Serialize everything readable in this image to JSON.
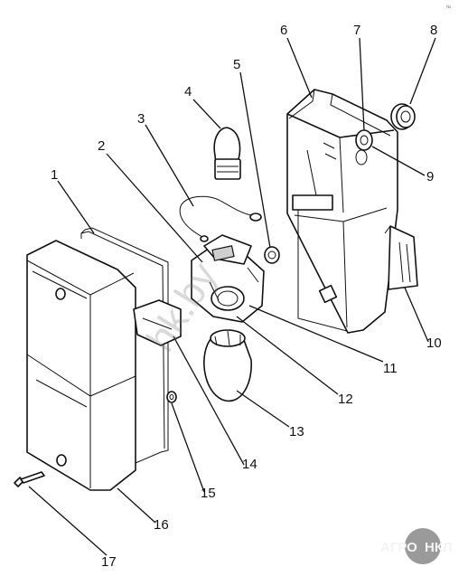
{
  "corner_mark": "№",
  "watermark": "hk.by",
  "badge": {
    "left": "АГРО",
    "right": "НКЛ"
  },
  "labels": [
    {
      "id": "1",
      "text": "1"
    },
    {
      "id": "2",
      "text": "2"
    },
    {
      "id": "3",
      "text": "3"
    },
    {
      "id": "4",
      "text": "4"
    },
    {
      "id": "5",
      "text": "5"
    },
    {
      "id": "6",
      "text": "6"
    },
    {
      "id": "7",
      "text": "7"
    },
    {
      "id": "8",
      "text": "8"
    },
    {
      "id": "9",
      "text": "9"
    },
    {
      "id": "10",
      "text": "10"
    },
    {
      "id": "11",
      "text": "11"
    },
    {
      "id": "12",
      "text": "12"
    },
    {
      "id": "13",
      "text": "13"
    },
    {
      "id": "14",
      "text": "14"
    },
    {
      "id": "15",
      "text": "15"
    },
    {
      "id": "16",
      "text": "16"
    },
    {
      "id": "17",
      "text": "17"
    }
  ]
}
